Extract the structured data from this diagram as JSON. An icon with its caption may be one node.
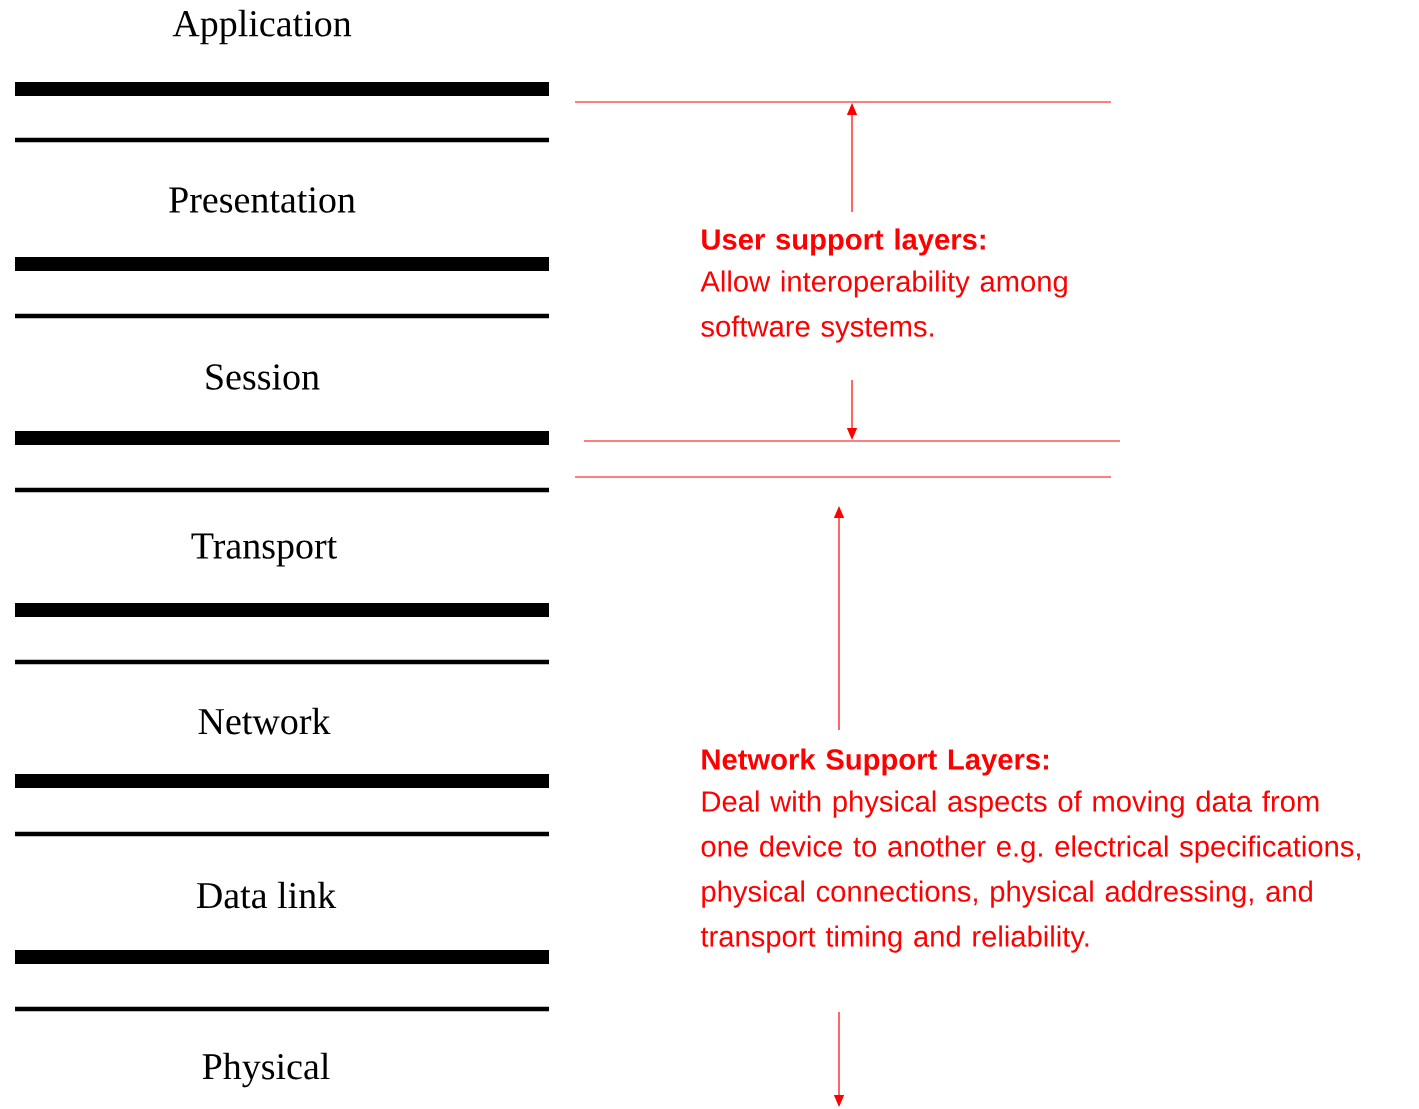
{
  "diagram": {
    "labels": [
      "Application",
      "Presentation",
      "Session",
      "Transport",
      "Network",
      "Data link",
      "Physical",
      "User support layers:",
      "Allow interoperability among software systems.",
      "Network Support Layers:",
      "Deal with physical aspects of moving data from one device to another e.g. electrical specifications, physical connections, physical addressing, and transport timing and reliability."
    ]
  }
}
